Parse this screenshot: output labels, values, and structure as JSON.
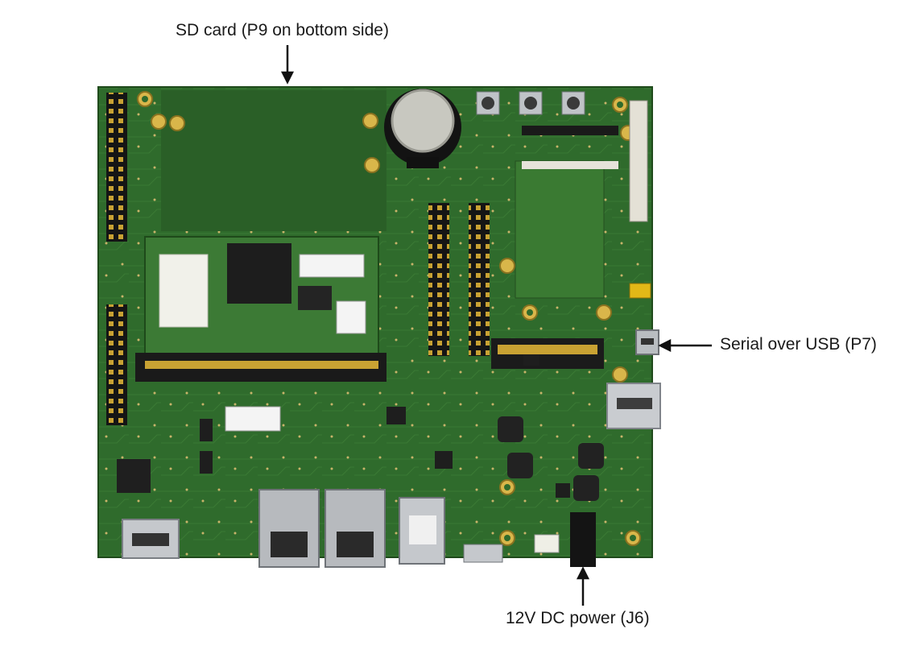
{
  "annotations": {
    "sd_card": "SD card (P9 on bottom side)",
    "serial_usb": "Serial over USB (P7)",
    "dc_power": "12V DC power (J6)"
  },
  "colors": {
    "pcb": "#2f6b2c",
    "pcb_dark": "#24551f",
    "header_black": "#161616",
    "gold": "#c9a233",
    "metal": "#bfc3c7",
    "module_pcb": "#3c7a35"
  }
}
